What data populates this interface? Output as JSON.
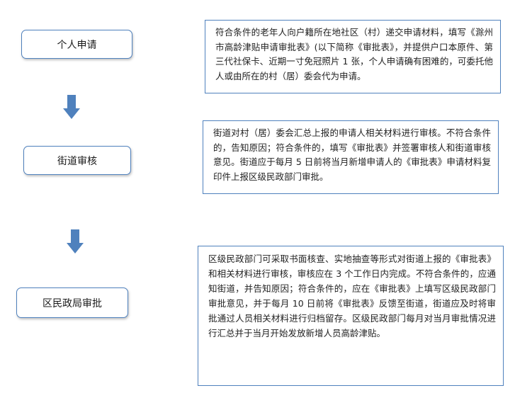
{
  "steps": [
    {
      "label": "个人申请",
      "description": "符合条件的老年人向户籍所在地社区（村）递交申请材料，填写《滁州市高龄津贴申请审批表》(以下简称《审批表》，并提供户口本原件、第三代社保卡、近期一寸免冠照片 1 张，个人申请确有困难的，可委托他人或由所在的村（居）委会代为申请。"
    },
    {
      "label": "街道审核",
      "description": "街道对村（居）委会汇总上报的申请人相关材料进行审核。不符合条件的，告知原因；符合条件的，填写《审批表》并签署审核人和街道审核意见。街道应于每月 5 日前将当月新增申请人的《审批表》申请材料复印件上报区级民政部门审批。"
    },
    {
      "label": "区民政局审批",
      "description": "区级民政部门可采取书面核查、实地抽查等形式对街道上报的《审批表》和相关材料进行审核，审核应在 3 个工作日内完成。不符合条件的，应通知街道，并告知原因；符合条件的，应在《审批表》上填写区级民政部门审批意见，并于每月 10 日前将《审批表》反馈至街道，街道应及时将审批通过人员相关材料进行归档留存。区级民政部门每月对当月审批情况进行汇总并于当月开始发放新增人员高龄津贴。"
    }
  ],
  "colors": {
    "border": "#4f81bd",
    "arrow": "#4f81bd"
  },
  "icons": [
    "down-arrow-icon",
    "down-arrow-icon"
  ]
}
